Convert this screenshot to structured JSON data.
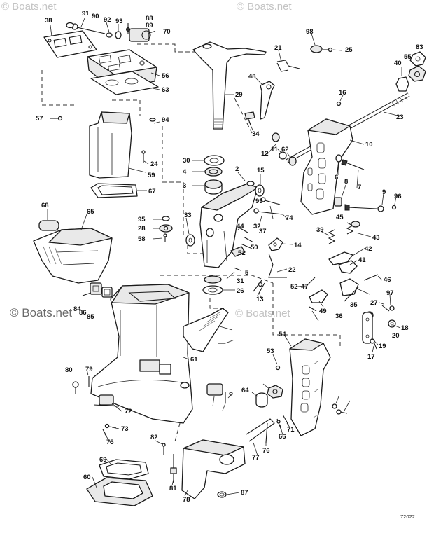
{
  "watermark": "© Boats.net",
  "diagram_code": "72022",
  "callouts": [
    "91",
    "90",
    "92",
    "93",
    "88",
    "89",
    "70",
    "38",
    "56",
    "63",
    "57",
    "94",
    "24",
    "59",
    "67",
    "68",
    "65",
    "95",
    "28",
    "58",
    "84",
    "86",
    "85",
    "61",
    "80",
    "79",
    "72",
    "73",
    "75",
    "82",
    "69",
    "60",
    "81",
    "78",
    "87",
    "98",
    "25",
    "21",
    "48",
    "29",
    "34",
    "30",
    "4",
    "3",
    "2",
    "15",
    "33",
    "44",
    "37",
    "50",
    "51",
    "5",
    "31",
    "26",
    "13",
    "12",
    "11",
    "62",
    "32",
    "74",
    "99",
    "14",
    "22",
    "16",
    "23",
    "10",
    "6",
    "7",
    "8",
    "9",
    "96",
    "83",
    "55",
    "40",
    "39",
    "45",
    "43",
    "42",
    "41",
    "46",
    "52",
    "36",
    "49",
    "47",
    "35",
    "27",
    "97",
    "18",
    "20",
    "19",
    "17",
    "54",
    "53",
    "64",
    "66",
    "71",
    "76",
    "77"
  ]
}
